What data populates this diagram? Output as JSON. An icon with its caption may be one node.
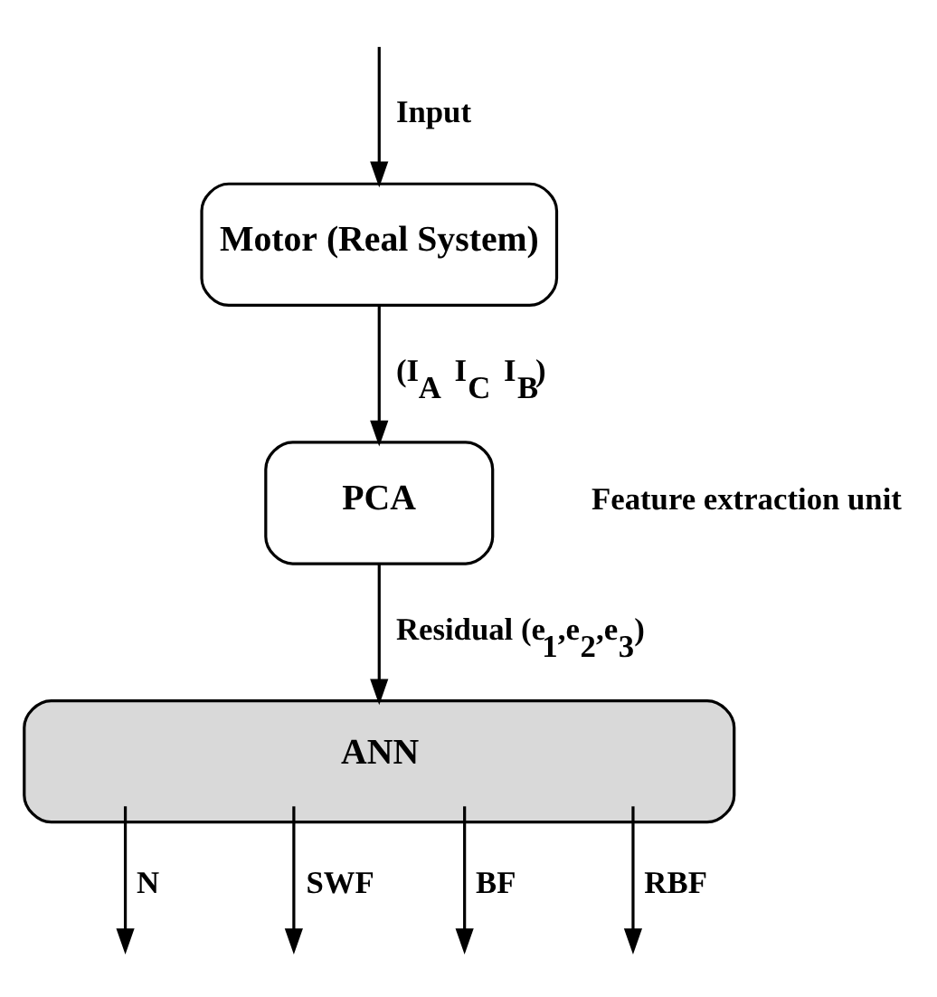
{
  "diagram": {
    "nodes": [
      {
        "text": [
          "Motor (Real System)"
        ]
      },
      {
        "text": [
          "PCA"
        ],
        "beside": [
          "Feature extraction unit"
        ]
      },
      {
        "text": [
          "ANN"
        ]
      }
    ],
    "edges": [
      {
        "from": null,
        "to": 0,
        "arrow": "to",
        "label": "Input"
      },
      {
        "from": 0,
        "to": 1,
        "arrow": "to",
        "label": "(I$_{A}$  I$_{C}$  I$_{B}$)"
      },
      {
        "from": 1,
        "to": 2,
        "arrow": "to",
        "label": "Residual (e$_{1}$,e$_{2}$,e$_{3}$)"
      },
      {
        "from": 2,
        "to": null,
        "arrow": "to",
        "label": "N"
      },
      {
        "from": 2,
        "to": null,
        "arrow": "to",
        "label": "SWF"
      },
      {
        "from": 2,
        "to": null,
        "arrow": "to",
        "label": "BF"
      },
      {
        "from": 2,
        "to": null,
        "arrow": "to",
        "label": "RBF"
      }
    ]
  }
}
